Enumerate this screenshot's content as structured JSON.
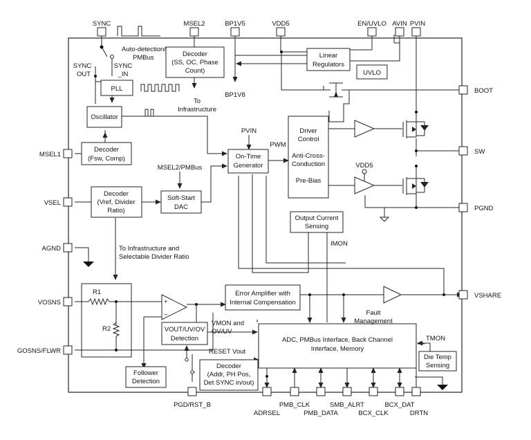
{
  "pins": {
    "sync": "SYNC",
    "msel2": "MSEL2",
    "bp1v5": "BP1V5",
    "vdd5": "VDD5",
    "en_uvlo": "EN/UVLO",
    "avin": "AVIN",
    "pvin": "PVIN",
    "boot": "BOOT",
    "sw": "SW",
    "pgnd": "PGND",
    "vshare": "VSHARE",
    "msel1": "MSEL1",
    "vsel": "VSEL",
    "agnd": "AGND",
    "vosns": "VOSNS",
    "gosns_flwr": "GOSNS/FLWR",
    "pgd_rst_b": "PGD/RST_B",
    "adrsel": "ADRSEL",
    "pmb_clk": "PMB_CLK",
    "pmb_data": "PMB_DATA",
    "smb_alrt": "SMB_ALRT",
    "bcx_clk": "BCX_CLK",
    "bcx_dat": "BCX_DAT",
    "drtn": "DRTN"
  },
  "blocks": {
    "decoder_msel2": [
      "Decoder",
      "(SS, OC, Phase",
      "Count)"
    ],
    "linear_regulators": [
      "Linear",
      "Regulators"
    ],
    "uvlo": "UVLO",
    "pll": "PLL",
    "oscillator": "Oscillator",
    "decoder_msel1": [
      "Decoder",
      "(Fsw, Comp)"
    ],
    "driver_control": [
      "Driver",
      "Control",
      "Anti-Cross-",
      "Conduction",
      "Pre-Bias"
    ],
    "on_time_generator": [
      "On-Time",
      "Generator"
    ],
    "decoder_vsel": [
      "Decoder",
      "(Vref, Divider",
      "Ratio)"
    ],
    "soft_start_dac": [
      "Soft-Start",
      "DAC"
    ],
    "output_current_sensing": [
      "Output Current",
      "Sensing"
    ],
    "error_amplifier": [
      "Error Amplifier with",
      "Internal Compensation"
    ],
    "vout_uv_ov_detection": [
      "VOUT/UV/OV",
      "Detection"
    ],
    "adc_pmbus": [
      "ADC, PMBus Interface, Back Channel",
      "Interface, Memory"
    ],
    "die_temp_sensing": [
      "Die Temp",
      "Sensing"
    ],
    "follower_detection": [
      "Follower",
      "Detection"
    ],
    "decoder_addr": [
      "Decoder",
      "(Addr, PH Pos,",
      "Det SYNC in/out)"
    ]
  },
  "labels": {
    "auto_detection": [
      "Auto-detection/",
      "PMBus"
    ],
    "sync_out": [
      "SYNC",
      "OUT"
    ],
    "sync_in": [
      "SYNC",
      "_IN"
    ],
    "to_infrastructure": [
      "To",
      "Infrastructure"
    ],
    "bp1v8": "BP1V8",
    "pvin_internal": "PVIN",
    "pwm": "PWM",
    "msel2_pmbus": "MSEL2/PMBus",
    "vdd5_internal": "VDD5",
    "imon": "IMON",
    "to_infrastructure_divider": [
      "To Infrastructure and",
      "Selectable Divider Ratio"
    ],
    "r1": "R1",
    "r2": "R2",
    "amp_plus": "+",
    "amp_minus": "−",
    "vmon_ov_uv": [
      "VMON and",
      "OV/UV"
    ],
    "fault_management": [
      "Fault",
      "Management"
    ],
    "tmon": "TMON",
    "reset_vout": "RESET Vout"
  }
}
